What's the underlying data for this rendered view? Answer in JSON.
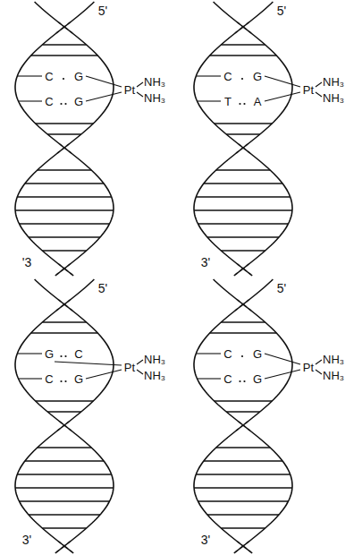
{
  "diagram": {
    "labels": [
      "5'",
      "C",
      "G",
      "C",
      "G",
      "Pt",
      "NH₃",
      "NH₃",
      "'3",
      "5'",
      "C",
      "G",
      "T",
      "A",
      "Pt",
      "NH₃",
      "NH₃",
      "3'",
      "5'",
      "G",
      "C",
      "C",
      "G",
      "Pt",
      "NH₃",
      "NH₃",
      "3'",
      "5'",
      "C",
      "G",
      "C",
      "G",
      "Pt",
      "NH₃",
      "NH₃",
      "3'"
    ]
  }
}
